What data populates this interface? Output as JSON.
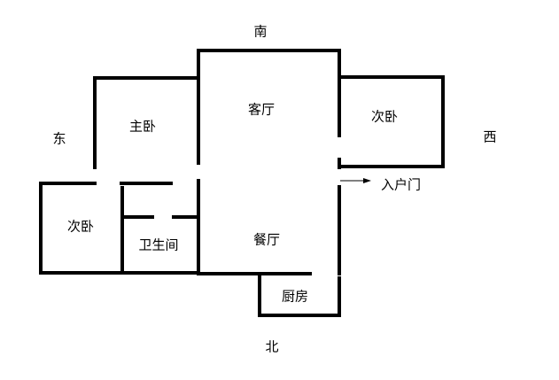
{
  "compass": {
    "south": "南",
    "north": "北",
    "east": "东",
    "west": "西"
  },
  "rooms": {
    "living_room": "客厅",
    "master_bedroom": "主卧",
    "second_bedroom_west": "次卧",
    "second_bedroom_east": "次卧",
    "bathroom": "卫生间",
    "dining_room": "餐厅",
    "kitchen": "厨房"
  },
  "entrance": {
    "label": "入户门"
  }
}
